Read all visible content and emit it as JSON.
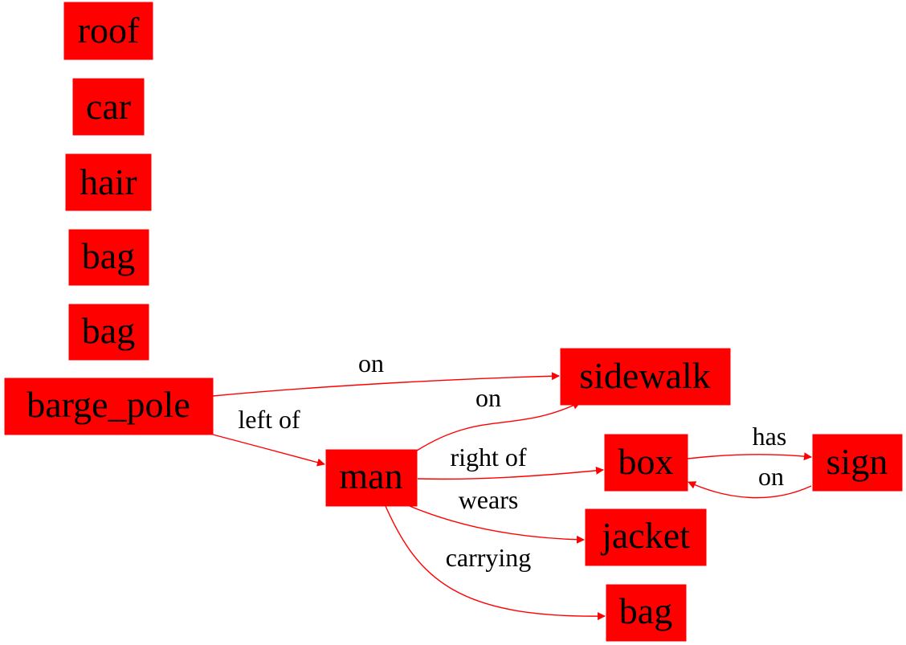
{
  "colors": {
    "node_fill": "#ff0000",
    "edge": "#ff0000",
    "text": "#000000",
    "background": "#ffffff"
  },
  "nodes": [
    {
      "id": "roof",
      "label": "roof"
    },
    {
      "id": "car",
      "label": "car"
    },
    {
      "id": "hair",
      "label": "hair"
    },
    {
      "id": "bag1",
      "label": "bag"
    },
    {
      "id": "bag2",
      "label": "bag"
    },
    {
      "id": "barge_pole",
      "label": "barge_pole"
    },
    {
      "id": "man",
      "label": "man"
    },
    {
      "id": "sidewalk",
      "label": "sidewalk"
    },
    {
      "id": "box",
      "label": "box"
    },
    {
      "id": "sign",
      "label": "sign"
    },
    {
      "id": "jacket",
      "label": "jacket"
    },
    {
      "id": "bag3",
      "label": "bag"
    }
  ],
  "edges": [
    {
      "id": "e-barge-sidewalk",
      "from": "barge_pole",
      "to": "sidewalk",
      "label": "on"
    },
    {
      "id": "e-barge-man",
      "from": "barge_pole",
      "to": "man",
      "label": "left of"
    },
    {
      "id": "e-man-sidewalk",
      "from": "man",
      "to": "sidewalk",
      "label": "on"
    },
    {
      "id": "e-man-box",
      "from": "man",
      "to": "box",
      "label": "right of"
    },
    {
      "id": "e-box-sign",
      "from": "box",
      "to": "sign",
      "label": "has"
    },
    {
      "id": "e-sign-box",
      "from": "sign",
      "to": "box",
      "label": "on"
    },
    {
      "id": "e-man-jacket",
      "from": "man",
      "to": "jacket",
      "label": "wears"
    },
    {
      "id": "e-man-bag",
      "from": "man",
      "to": "bag3",
      "label": "carrying"
    }
  ]
}
